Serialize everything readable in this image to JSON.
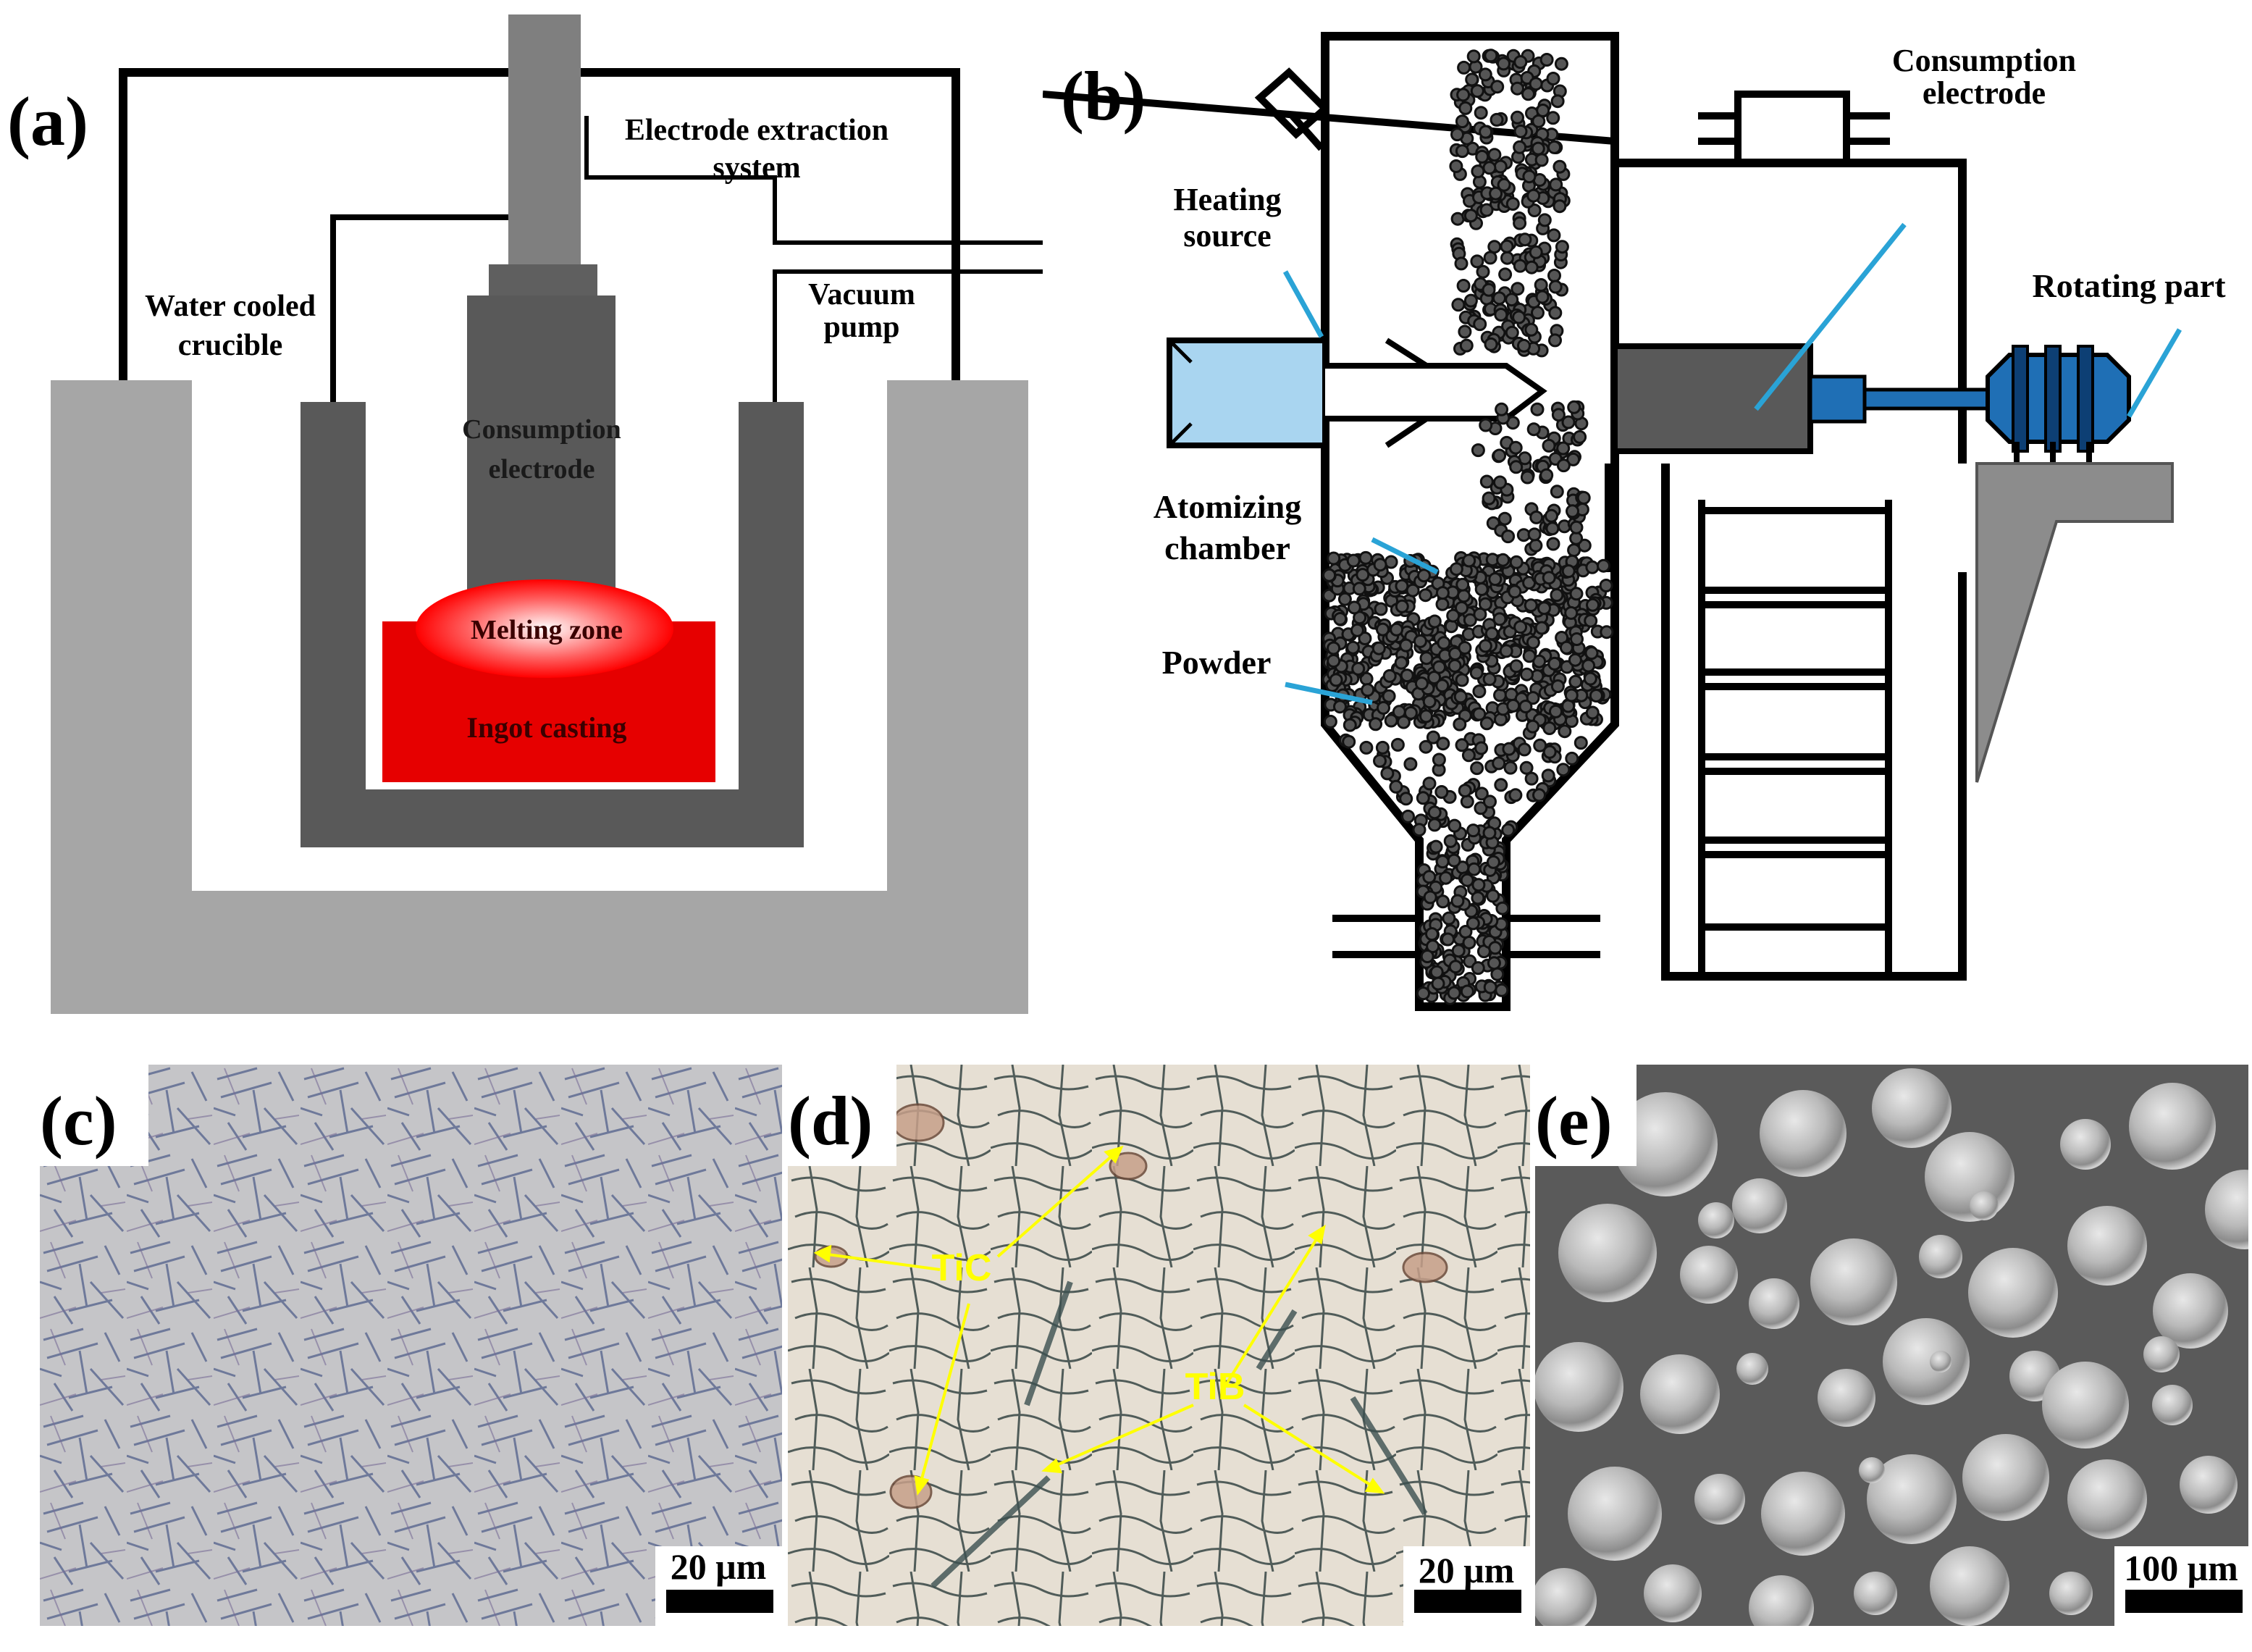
{
  "panel_labels": {
    "a": "(a)",
    "b": "(b)",
    "c": "(c)",
    "d": "(d)",
    "e": "(e)"
  },
  "panel_a": {
    "electrode_extraction_line1": "Electrode extraction",
    "electrode_extraction_line2": "system",
    "water_cooled_line1": "Water cooled",
    "water_cooled_line2": "crucible",
    "vacuum_line1": "Vacuum",
    "vacuum_line2": "pump",
    "consumption_line1": "Consumption",
    "consumption_line2": "electrode",
    "melting_zone": "Melting zone",
    "ingot_casting": "Ingot casting",
    "colors": {
      "crucible": "#a6a6a6",
      "inner": "#595959",
      "electrode": "#595959",
      "melt": "#ff0000"
    }
  },
  "panel_b": {
    "consumption_line1": "Consumption",
    "consumption_line2": "electrode",
    "heating_line1": "Heating",
    "heating_line2": "source",
    "rotating_part": "Rotating part",
    "atomizing_line1": "Atomizing",
    "atomizing_line2": "chamber",
    "powder": "Powder",
    "colors": {
      "leader": "#2aa3d6",
      "heater": "#a9d5f0",
      "motor": "#1f6fb5",
      "electrode": "#595959"
    }
  },
  "panel_c": {
    "scale_bar": "20 μm"
  },
  "panel_d": {
    "scale_bar": "20 μm",
    "tic": "TiC",
    "tib": "TiB"
  },
  "panel_e": {
    "scale_bar": "100 μm"
  }
}
